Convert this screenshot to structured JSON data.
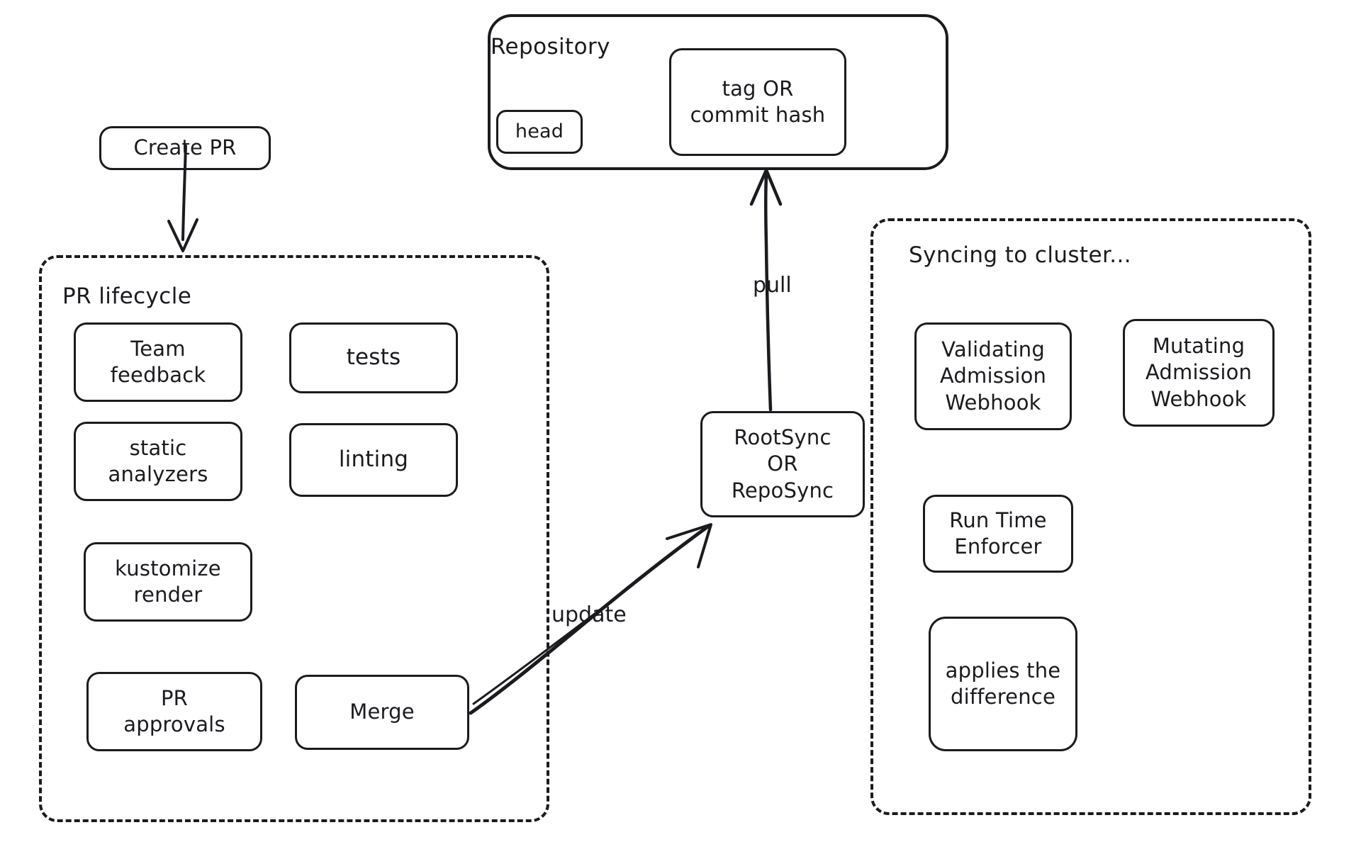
{
  "diagram": {
    "title": "GitOps PR lifecycle and cluster sync flow",
    "ink_color": "#1b1b1f",
    "background": "#ffffff"
  },
  "nodes": {
    "create_pr": "Create PR",
    "repository_title": "Repository",
    "head": "head",
    "tag_or_commit": "tag OR\ncommit hash",
    "pr_lifecycle_title": "PR lifecycle",
    "team_feedback": "Team\nfeedback",
    "tests": "tests",
    "static_analyzers": "static\nanalyzers",
    "linting": "linting",
    "kustomize_render": "kustomize\nrender",
    "pr_approvals": "PR\napprovals",
    "merge": "Merge",
    "rootsync": "RootSync\nOR\nRepoSync",
    "syncing_title": "Syncing to cluster...",
    "validating_webhook": "Validating\nAdmission\nWebhook",
    "mutating_webhook": "Mutating\nAdmission\nWebhook",
    "run_time_enforcer": "Run Time\nEnforcer",
    "applies_the_difference": "applies the\ndifference"
  },
  "edges": {
    "create_to_lifecycle": "",
    "merge_to_rootsync": "update",
    "rootsync_to_repo": "pull"
  }
}
